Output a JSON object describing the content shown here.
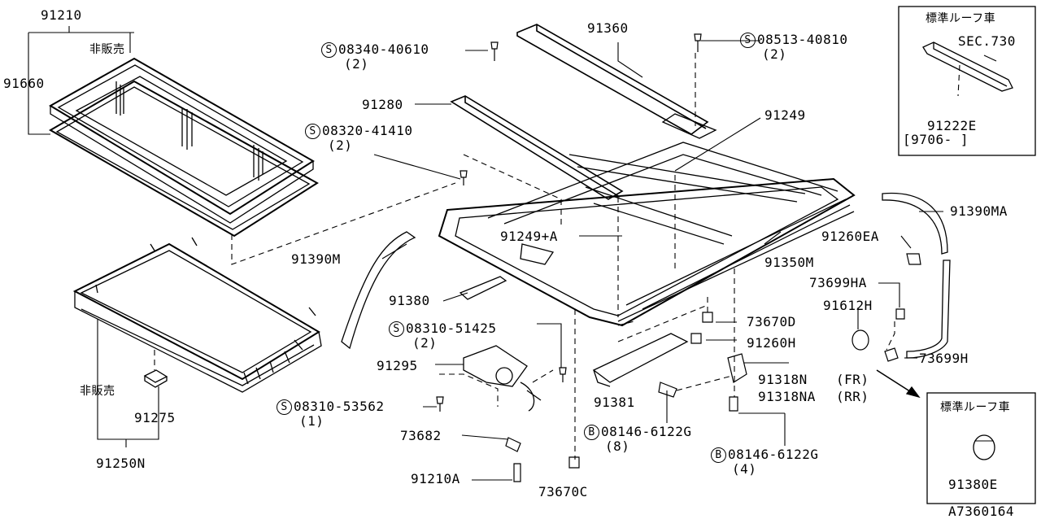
{
  "diagram_code": "A7360164",
  "not_for_sale": "非販売",
  "standard_roof": "標準ルーフ車",
  "sec_ref": "SEC.730",
  "date_range": "[9706-     ]",
  "parts": {
    "p91210": "91210",
    "p91660": "91660",
    "p91250N": "91250N",
    "p91275": "91275",
    "p91360": "91360",
    "p91280": "91280",
    "p91249": "91249",
    "p91249A": "91249+A",
    "p91390M": "91390M",
    "p91390MA": "91390MA",
    "p91380": "91380",
    "p91350M": "91350M",
    "p91260EA": "91260EA",
    "p73699HA": "73699HA",
    "p91612H": "91612H",
    "p73699H": "73699H",
    "p73670D": "73670D",
    "p91260H": "91260H",
    "p91295": "91295",
    "p91381": "91381",
    "p91318N": "91318N",
    "p91318NA": "91318NA",
    "fr": "(FR)",
    "rr": "(RR)",
    "p73682": "73682",
    "p91210A": "91210A",
    "p73670C": "73670C",
    "p91222E": "91222E",
    "p91380E": "91380E"
  },
  "screws": {
    "s1": {
      "code": "08340-40610",
      "qty": "(2)",
      "mark": "S"
    },
    "s2": {
      "code": "08513-40810",
      "qty": "(2)",
      "mark": "S"
    },
    "s3": {
      "code": "08320-41410",
      "qty": "(2)",
      "mark": "S"
    },
    "s4": {
      "code": "08310-51425",
      "qty": "(2)",
      "mark": "S"
    },
    "s5": {
      "code": "08310-53562",
      "qty": "(1)",
      "mark": "S"
    },
    "b1": {
      "code": "08146-6122G",
      "qty": "(8)",
      "mark": "B"
    },
    "b2": {
      "code": "08146-6122G",
      "qty": "(4)",
      "mark": "B"
    }
  }
}
